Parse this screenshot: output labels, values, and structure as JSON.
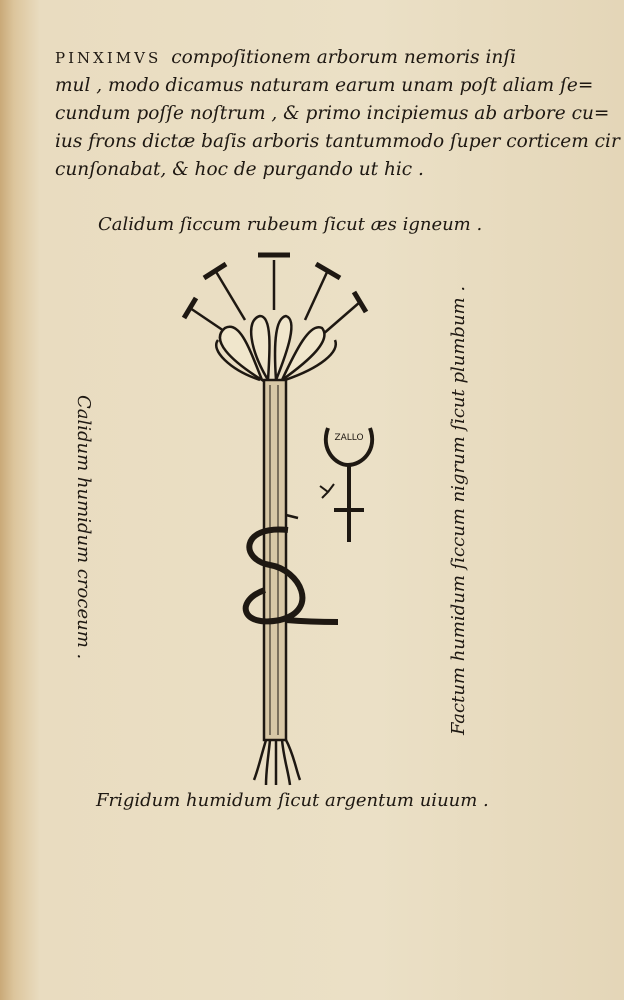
{
  "paragraph": {
    "lead": "PINXIMVS",
    "lines": [
      "compoſitionem arborum nemoris inſi",
      "mul , modo dicamus naturam earum unam poſt aliam ſe=",
      "cundum poſſe noſtrum , & primo incipiemus ab arbore cu=",
      "ius frons dictæ baſis arboris tantummodo ſuper corticem cir",
      "cunſonabat, & hoc de purgando ut hic ."
    ]
  },
  "captions": {
    "top": "Calidum ſiccum rubeum ſicut æs igneum .",
    "left": "Calidum humidum croceum .",
    "right": "Factum humidum ſiccum nigrum ſicut plumbum .",
    "bottom": "Frigidum humidum ſicut argentum uiuum ."
  },
  "symbol": {
    "label": "ZALLO"
  }
}
